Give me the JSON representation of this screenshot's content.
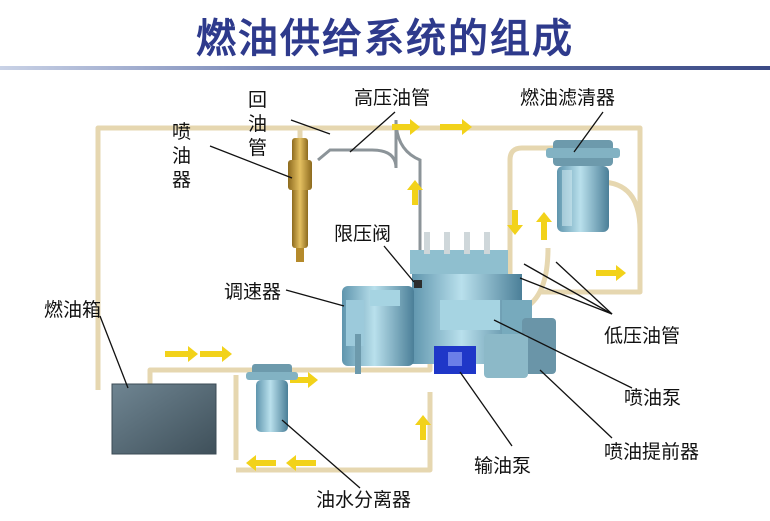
{
  "title": "燃油供给系统的组成",
  "labels": {
    "return_pipe": "回油管",
    "high_pressure_pipe": "高压油管",
    "fuel_filter": "燃油滤清器",
    "injector": "喷油器",
    "relief_valve": "限压阀",
    "governor": "调速器",
    "fuel_tank": "燃油箱",
    "low_pressure_pipe": "低压油管",
    "injection_pump": "喷油泵",
    "fuel_transfer_pump": "输油泵",
    "injection_advance": "喷油提前器",
    "water_separator": "油水分离器"
  },
  "colors": {
    "title": "#2e3a8c",
    "pipe": "#e9dcb8",
    "arrow": "#f2d21a",
    "component": "#7fb6c9",
    "tank": "#5a6e7b"
  }
}
